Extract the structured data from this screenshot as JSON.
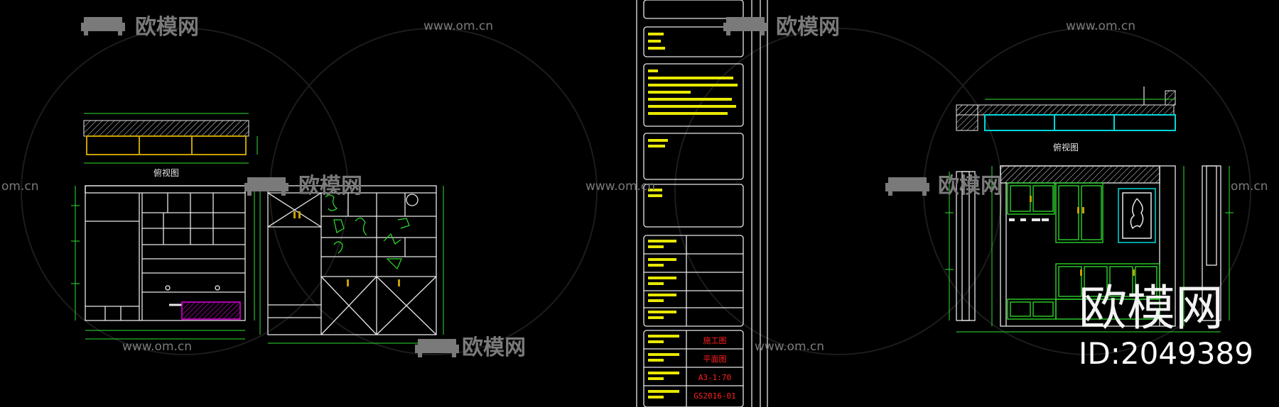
{
  "watermarks": {
    "brand": "欧模网",
    "url": "www.om.cn",
    "url_short": "om.cn",
    "big_brand": "欧模网",
    "id_label": "ID:2049389"
  },
  "left_drawing": {
    "plan_title": "俯视图"
  },
  "right_drawing": {
    "plan_title": "俯视图"
  },
  "title_block": {
    "rows": [
      {
        "label": "施工图"
      },
      {
        "label": "平面图"
      },
      {
        "label": "A3-1:70"
      },
      {
        "label": "GS2016-01"
      }
    ]
  },
  "colors": {
    "background": "#000000",
    "cad_white": "#e8e8e8",
    "cad_green": "#2fe02f",
    "cad_yellow": "#e8e800",
    "cad_orange": "#c8a000",
    "cad_cyan": "#00d8d8",
    "cad_magenta": "#e000e0",
    "cad_red": "#ff2020",
    "watermark": "#8a8a8a"
  }
}
